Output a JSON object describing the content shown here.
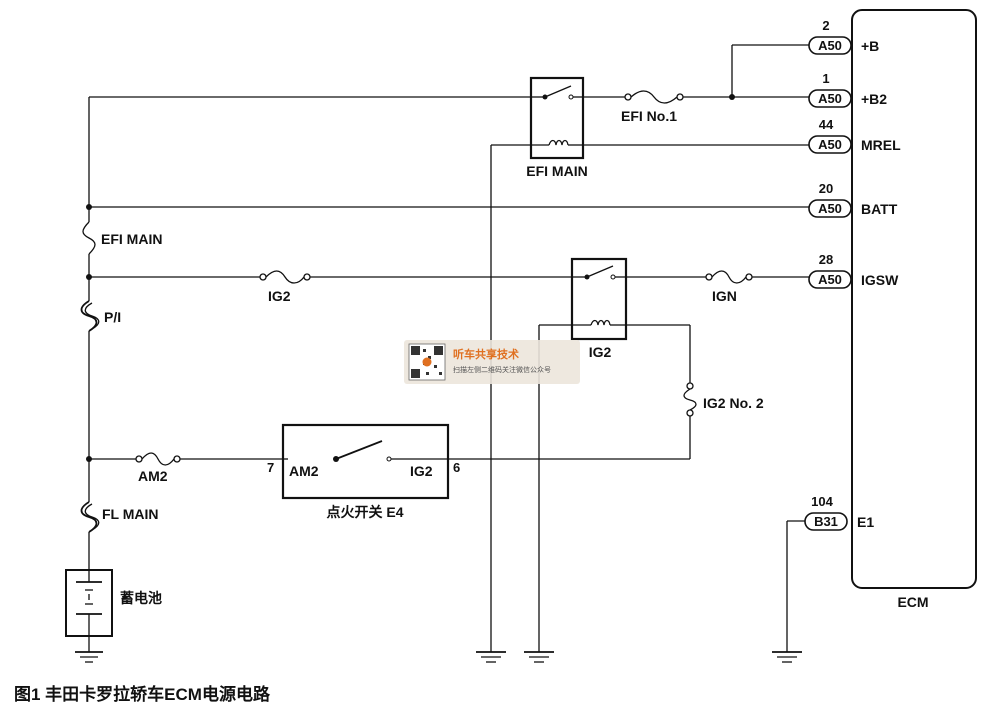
{
  "caption": "图1 丰田卡罗拉轿车ECM电源电路",
  "ecm": {
    "label": "ECM"
  },
  "ecm_pins": [
    {
      "number": "2",
      "connector": "A50",
      "name": "+B"
    },
    {
      "number": "1",
      "connector": "A50",
      "name": "+B2"
    },
    {
      "number": "44",
      "connector": "A50",
      "name": "MREL"
    },
    {
      "number": "20",
      "connector": "A50",
      "name": "BATT"
    },
    {
      "number": "28",
      "connector": "A50",
      "name": "IGSW"
    },
    {
      "number": "104",
      "connector": "B31",
      "name": "E1"
    }
  ],
  "relays": {
    "efi_main": "EFI MAIN",
    "ig2": "IG2"
  },
  "fuses": {
    "efi_no1": "EFI No.1",
    "efi_main": "EFI MAIN",
    "ig2": "IG2",
    "ign": "IGN",
    "pi": "P/I",
    "ig2_no2": "IG2 No. 2",
    "am2": "AM2",
    "fl_main": "FL MAIN"
  },
  "ignition_switch": {
    "label": "点火开关 E4",
    "term_in": "AM2",
    "term_out": "IG2",
    "pin_in": "7",
    "pin_out": "6"
  },
  "battery": {
    "label": "蓄电池"
  },
  "watermark": {
    "title": "听车共享技术",
    "subtitle": "扫描左侧二维码关注微信公众号"
  }
}
